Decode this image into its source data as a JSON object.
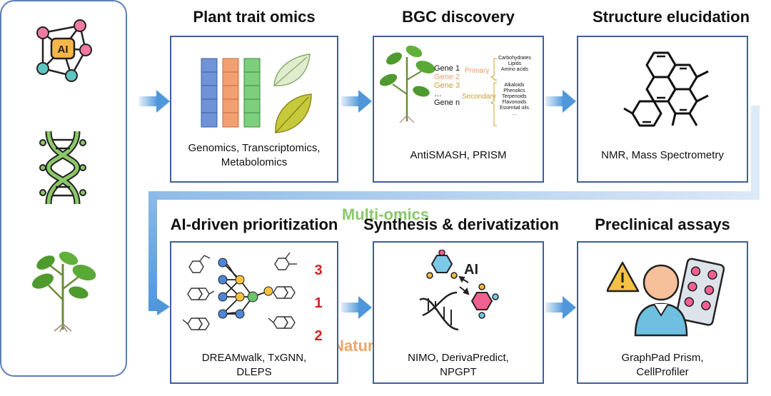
{
  "left_panel": {
    "ai_label": "AI",
    "ai_chip_text": "AI",
    "multiomics_label": "Multi-omics",
    "plants_label": "Natural Plants",
    "colors": {
      "ai": "#f5b74a",
      "multiomics": "#8cc86a",
      "plants": "#f0a56a"
    }
  },
  "stages": [
    {
      "title": "Plant trait omics",
      "caption_lines": [
        "Genomics, Transcriptomics,",
        "Metabolomics"
      ]
    },
    {
      "title": "BGC discovery",
      "caption_lines": [
        "AntiSMASH, PRISM"
      ]
    },
    {
      "title": "Structure elucidation",
      "caption_lines": [
        "NMR, Mass Spectrometry"
      ]
    },
    {
      "title": "AI-driven prioritization",
      "caption_lines": [
        "DREAMwalk, TxGNN,",
        "DLEPS"
      ]
    },
    {
      "title": "Synthesis & derivatization",
      "caption_lines": [
        "NIMO, DerivaPredict,",
        "NPGPT"
      ]
    },
    {
      "title": "Preclinical assays",
      "caption_lines": [
        "GraphPad Prism,",
        "CellProfiler"
      ]
    }
  ],
  "bgc": {
    "genes": [
      "Gene 1",
      "Gene 2",
      "Gene 3",
      "…",
      "Gene n"
    ],
    "primary_label": "Primary",
    "secondary_label": "Secondary",
    "primary_items": [
      "Carbohydrates",
      "Lipids",
      "Amino acids"
    ],
    "secondary_items": [
      "Alkaloids",
      "Phenolics",
      "Terpenoids",
      "Flavonoids",
      "Essential oils",
      "…"
    ]
  },
  "prioritization": {
    "ranks": [
      "3",
      "1",
      "2"
    ],
    "rank_color": "#d62020"
  },
  "synthesis": {
    "ai_text": "AI"
  },
  "arrow_color": "#5a9fdc"
}
